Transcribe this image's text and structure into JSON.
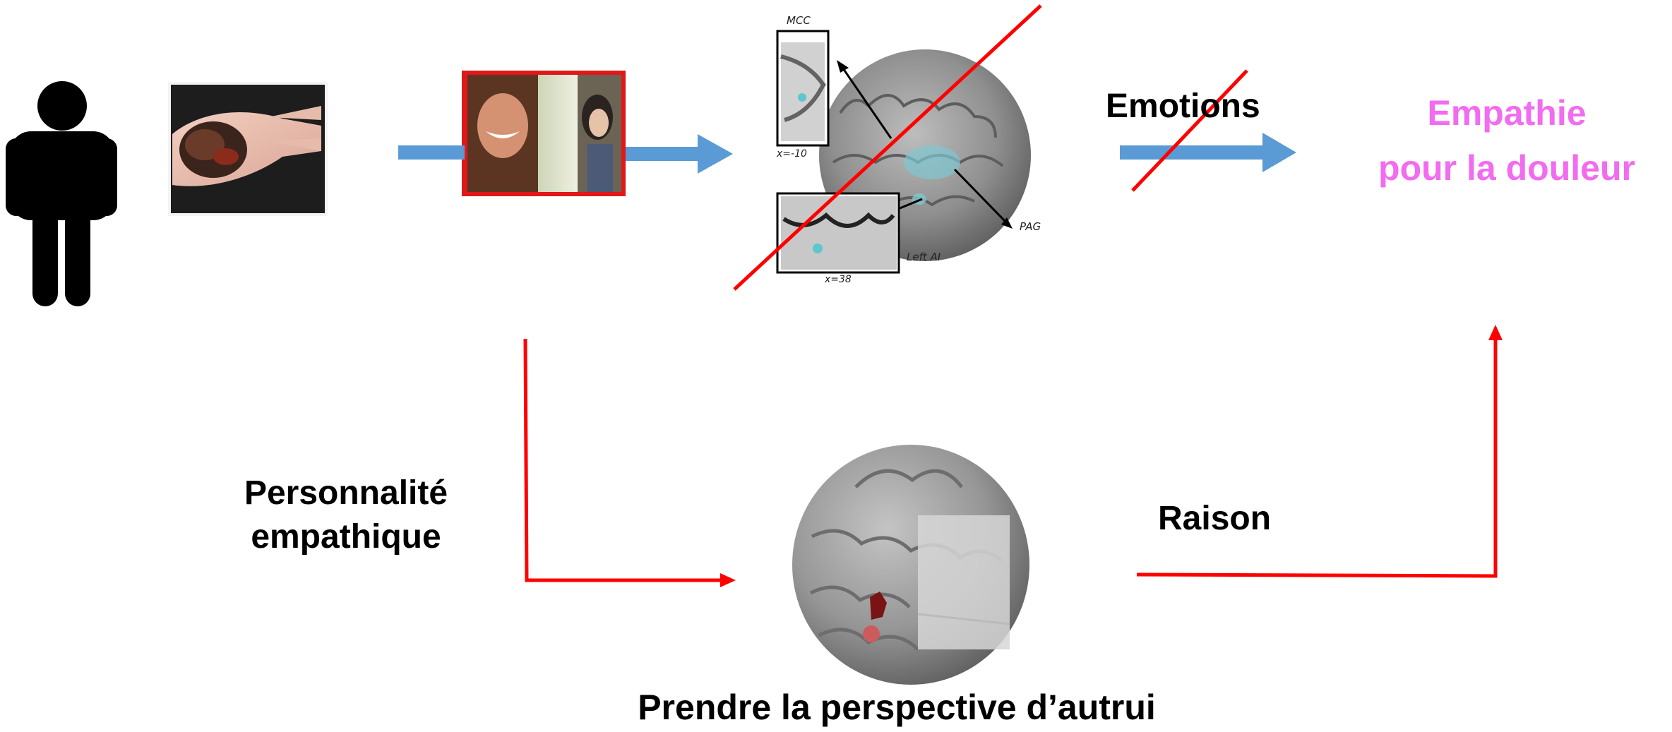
{
  "labels": {
    "emotions": "Emotions",
    "target_line1": "Empathie",
    "target_line2": "pour la douleur",
    "personality_line1": "Personnalité",
    "personality_line2": "empathique",
    "reason": "Raison",
    "perspective": "Prendre la perspective d’autrui"
  },
  "brain_annotations": {
    "mcc": "MCC",
    "coord_top": "x=-10",
    "pag": "PAG",
    "left_ai": "Left AI",
    "coord_bottom": "x=38"
  },
  "colors": {
    "blue_arrow": "#5b9bd5",
    "red_arrow": "#ff0000",
    "target_text": "#f26bf0",
    "figure": "#000000"
  },
  "icons": [
    "person-icon",
    "injured-hand-image",
    "film-still-image",
    "brain-scan-image",
    "brain-3d-image"
  ]
}
